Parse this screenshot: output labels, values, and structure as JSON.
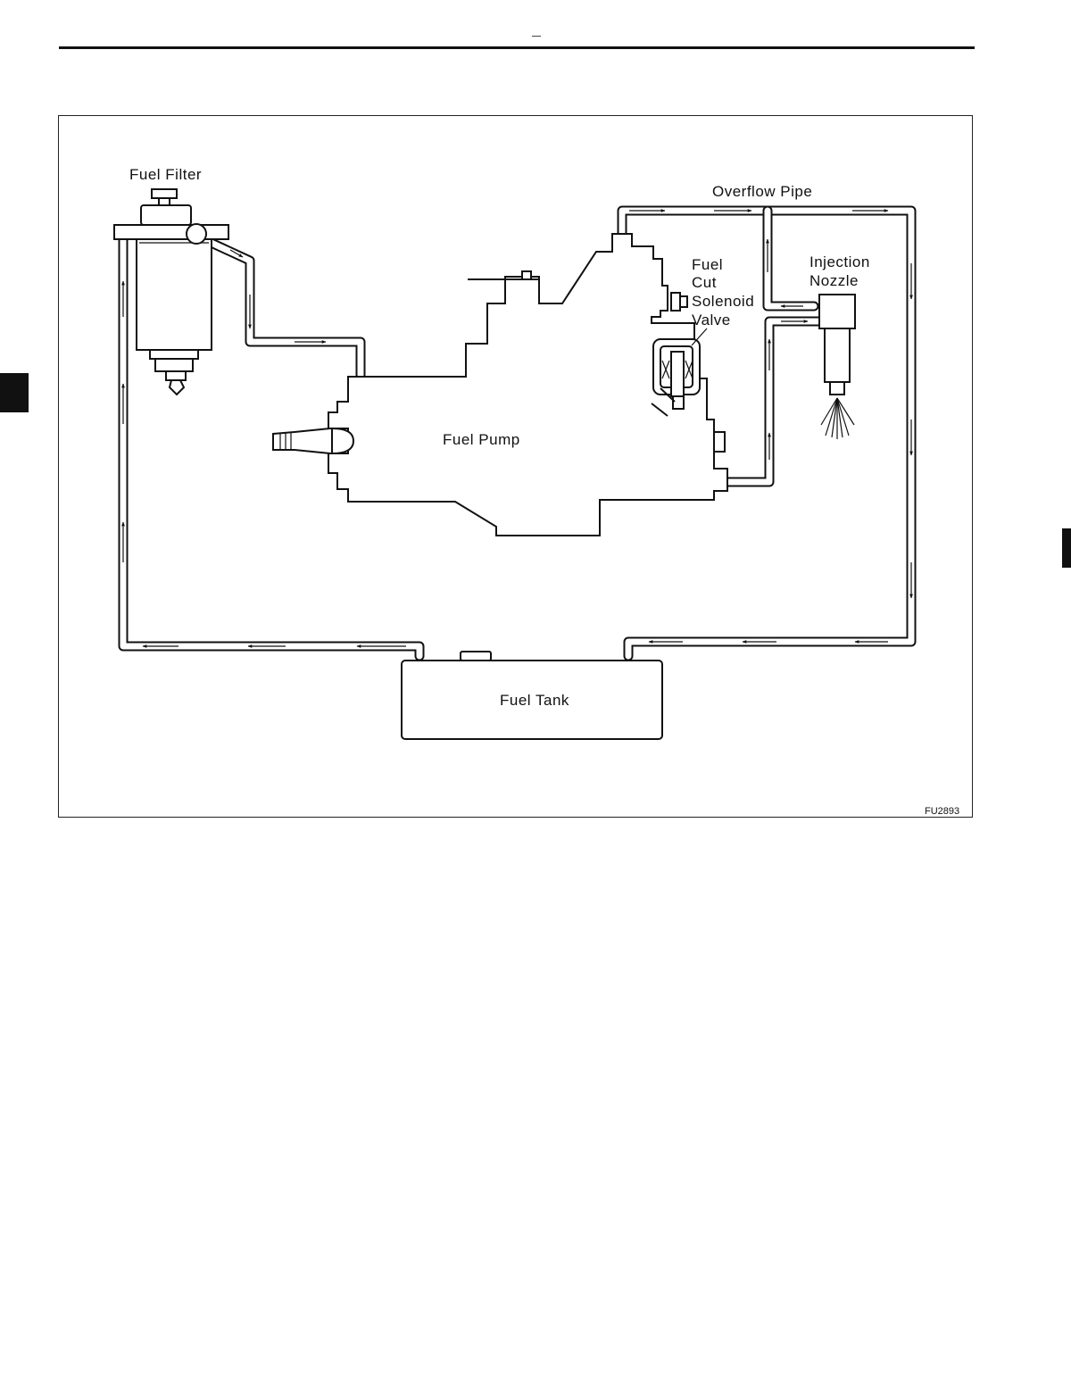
{
  "labels": {
    "fuel_filter": "Fuel Filter",
    "overflow_pipe": "Overflow Pipe",
    "fuel_cut_1": "Fuel",
    "fuel_cut_2": "Cut",
    "fuel_cut_3": "Solenoid",
    "fuel_cut_4": "Valve",
    "injection_1": "Injection",
    "injection_2": "Nozzle",
    "fuel_pump": "Fuel Pump",
    "fuel_tank": "Fuel Tank",
    "figure_code": "FU2893"
  }
}
